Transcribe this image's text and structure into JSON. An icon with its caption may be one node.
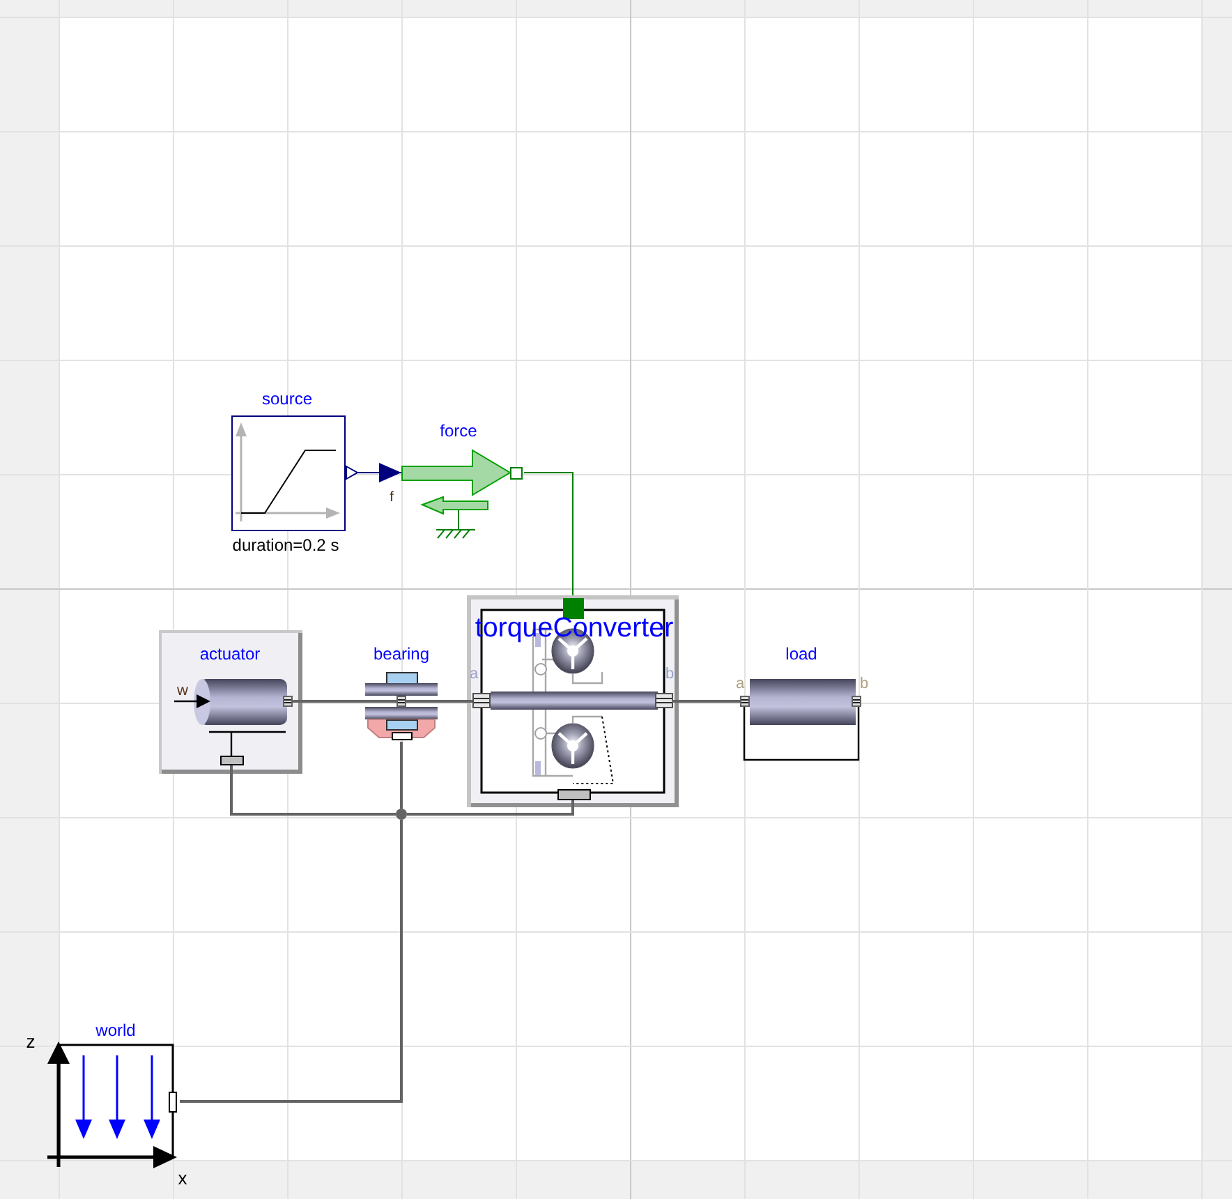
{
  "diagram": {
    "nodes": [
      {
        "text": [
          "source"
        ],
        "beside": [
          "duration=0.2 s"
        ]
      },
      {
        "text": [
          "force"
        ],
        "beside": [
          "f"
        ]
      },
      {
        "text": [
          "actuator",
          "w"
        ]
      },
      {
        "text": [
          "bearing"
        ]
      },
      {
        "text": [
          "torqueConverter",
          "a",
          "b"
        ]
      },
      {
        "text": [
          "load",
          "a",
          "b"
        ]
      },
      {
        "text": [],
        "shape": "circle"
      },
      {
        "text": [
          "world"
        ],
        "beside": [
          "z",
          "x"
        ]
      }
    ],
    "edges": [
      {
        "from": 0,
        "to": 1,
        "arrow": "to",
        "color": "#00007f"
      },
      {
        "from": 1,
        "to": 4,
        "arrow": "none",
        "color": "#008000"
      },
      {
        "from": 2,
        "to": 3,
        "arrow": "none"
      },
      {
        "from": 3,
        "to": 4,
        "arrow": "none"
      },
      {
        "from": 4,
        "to": 5,
        "arrow": "none"
      },
      {
        "from": 2,
        "to": 6,
        "arrow": "none"
      },
      {
        "from": 3,
        "to": 6,
        "arrow": "none"
      },
      {
        "from": 4,
        "to": 6,
        "arrow": "none"
      },
      {
        "from": 6,
        "to": 7,
        "arrow": "none"
      }
    ]
  }
}
